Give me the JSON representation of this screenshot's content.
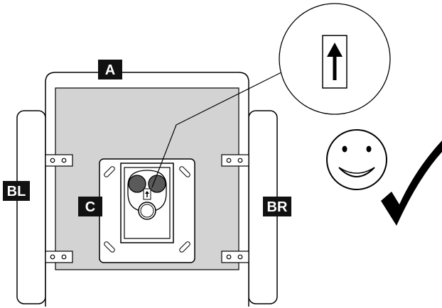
{
  "labels": {
    "top": "A",
    "left": "BL",
    "right": "BR",
    "center": "C"
  },
  "icons": {
    "zoom_arrow": "up-arrow-icon",
    "approval_face": "smiley-face-icon",
    "approval_mark": "checkmark-icon"
  },
  "colors": {
    "panel_fill": "#d3d3d3",
    "label_bg": "#111111",
    "label_text": "#ffffff",
    "lens_fill": "#5a5a5a",
    "stroke": "#000000"
  }
}
